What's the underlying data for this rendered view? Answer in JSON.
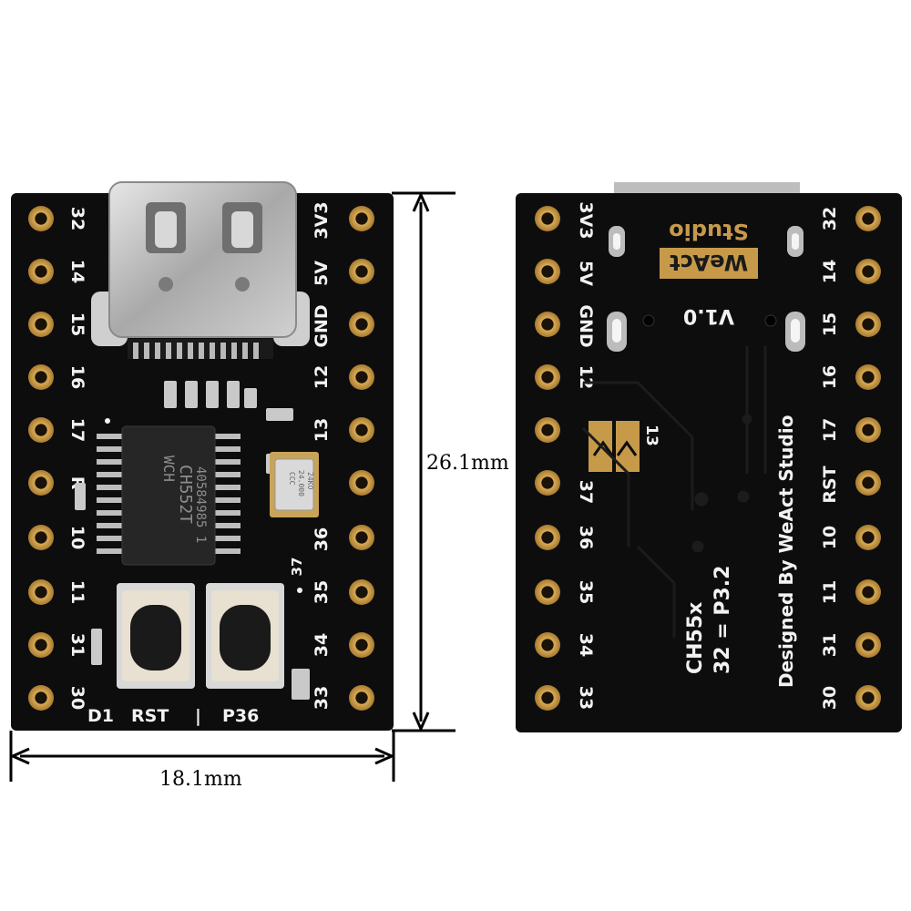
{
  "dimensions": {
    "height_label": "26.1mm",
    "width_label": "18.1mm"
  },
  "front": {
    "left_pins": [
      "32",
      "14",
      "15",
      "16",
      "17",
      "R",
      "10",
      "11",
      "31",
      "30"
    ],
    "right_pins": [
      "3V3",
      "5V",
      "GND",
      "12",
      "13",
      "",
      "36",
      "35",
      "34",
      "33"
    ],
    "pin37_label": "37",
    "bottom_labels": {
      "d1": "D1",
      "rst": "RST",
      "sep": "|",
      "p36": "P36"
    },
    "chip": {
      "logo": "WCH",
      "model": "CH552T",
      "code": "40584985 1"
    },
    "crystal": {
      "line1": "CCC",
      "line2": "24.000",
      "line3": "24KO"
    }
  },
  "back": {
    "brand_line1": "WeAct",
    "brand_line2": "Studio",
    "version": "V1.0",
    "left_pins": [
      "3V3",
      "5V",
      "GND",
      "12",
      "",
      "37",
      "36",
      "35",
      "34",
      "33"
    ],
    "right_pins": [
      "32",
      "14",
      "15",
      "16",
      "17",
      "RST",
      "10",
      "11",
      "31",
      "30"
    ],
    "jumper_label": "13",
    "series": "CH55x",
    "mapping": "32 = P3.2",
    "designer": "Designed By WeAct Studio"
  },
  "colors": {
    "board": "#0d0d0d",
    "pad_gold": "#c79a4a",
    "silkscreen": "#f2f2f2",
    "usb_metal": "#bcbcbc"
  }
}
